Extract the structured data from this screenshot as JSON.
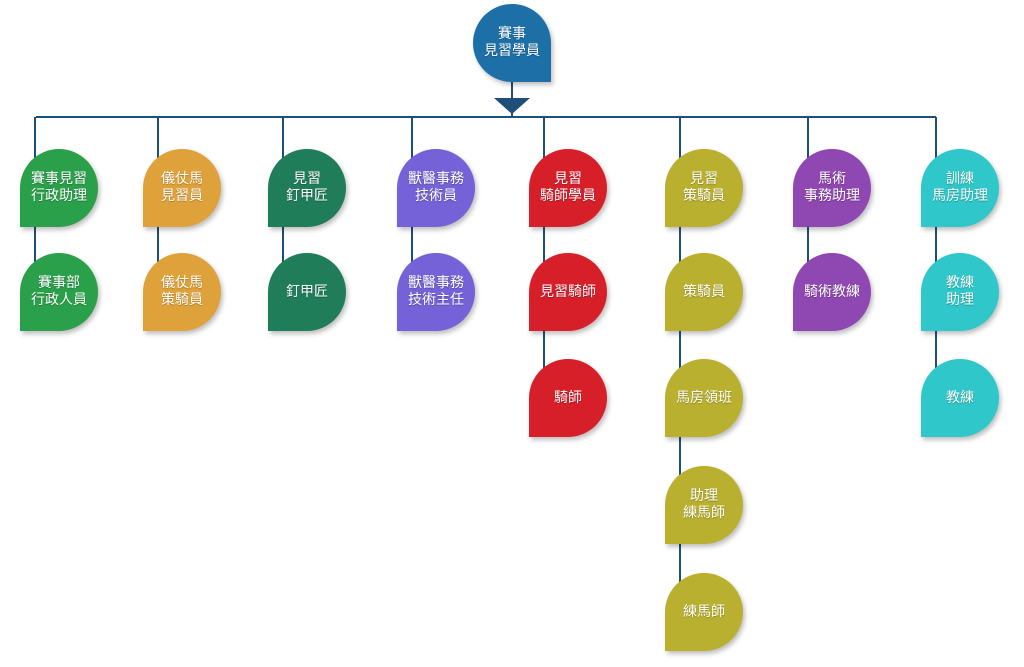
{
  "diagram": {
    "root": {
      "label": "賽事\n見習學員",
      "color": "#1d6fa8"
    },
    "columns": [
      {
        "color": "#2aa04a",
        "items": [
          "賽事見習\n行政助理",
          "賽事部\n行政人員"
        ]
      },
      {
        "color": "#dfa23a",
        "items": [
          "儀仗馬\n見習員",
          "儀仗馬\n策騎員"
        ]
      },
      {
        "color": "#1f7d5a",
        "items": [
          "見習\n釘甲匠",
          "釘甲匠"
        ]
      },
      {
        "color": "#7562d8",
        "items": [
          "獸醫事務\n技術員",
          "獸醫事務\n技術主任"
        ]
      },
      {
        "color": "#d71f2a",
        "items": [
          "見習\n騎師學員",
          "見習騎師",
          "騎師"
        ]
      },
      {
        "color": "#b9b02f",
        "items": [
          "見習\n策騎員",
          "策騎員",
          "馬房領班",
          "助理\n練馬師",
          "練馬師"
        ]
      },
      {
        "color": "#8f47b1",
        "items": [
          "馬術\n事務助理",
          "騎術教練"
        ]
      },
      {
        "color": "#2fc7c9",
        "items": [
          "訓練\n馬房助理",
          "教練\n助理",
          "教練"
        ]
      }
    ],
    "connector_color": "#1d4f7a"
  }
}
